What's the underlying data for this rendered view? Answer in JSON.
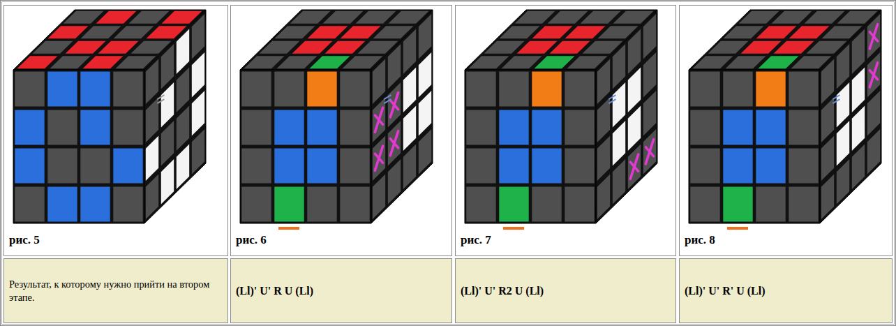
{
  "diagram": {
    "labels": [
      "рис. 5",
      "рис. 6",
      "рис. 7",
      "рис. 8",
      "Результат, к которому нужно прийти на втором этапе.",
      "(Ll)' U' R U (Ll)",
      "(Ll)' U' R2 U (Ll)",
      "(Ll)' U' R' U (Ll)"
    ]
  }
}
